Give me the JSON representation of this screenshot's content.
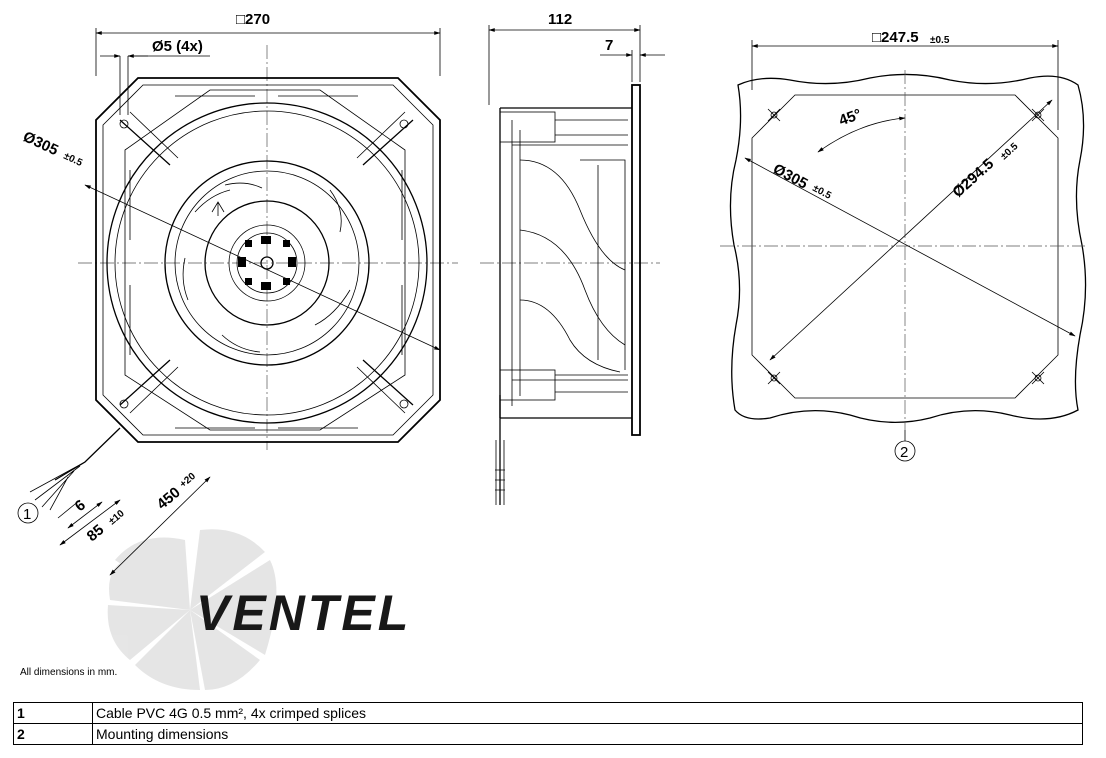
{
  "dimensions": {
    "front_width": "□270",
    "hole": "Ø5 (4x)",
    "outer_dia": "Ø305",
    "outer_dia_tol": "±0.5",
    "side_depth": "112",
    "side_flange": "7",
    "mount_square": "□247.5",
    "mount_square_tol": "±0.5",
    "angle": "45°",
    "mount_dia_305": "Ø305",
    "mount_dia_305_tol": "±0.5",
    "mount_dia_294": "Ø294.5",
    "mount_dia_294_tol": "±0.5",
    "strip_length": "6",
    "cable_85": "85",
    "cable_85_tol": "±10",
    "cable_450": "450",
    "cable_450_tol": "+20"
  },
  "callouts": {
    "cable_marker": "1",
    "mount_marker": "2"
  },
  "logo": {
    "text": "VENTEL"
  },
  "note": "All dimensions in mm.",
  "legend": [
    {
      "num": "1",
      "text": "Cable PVC 4G 0.5 mm², 4x crimped splices"
    },
    {
      "num": "2",
      "text": "Mounting dimensions"
    }
  ]
}
